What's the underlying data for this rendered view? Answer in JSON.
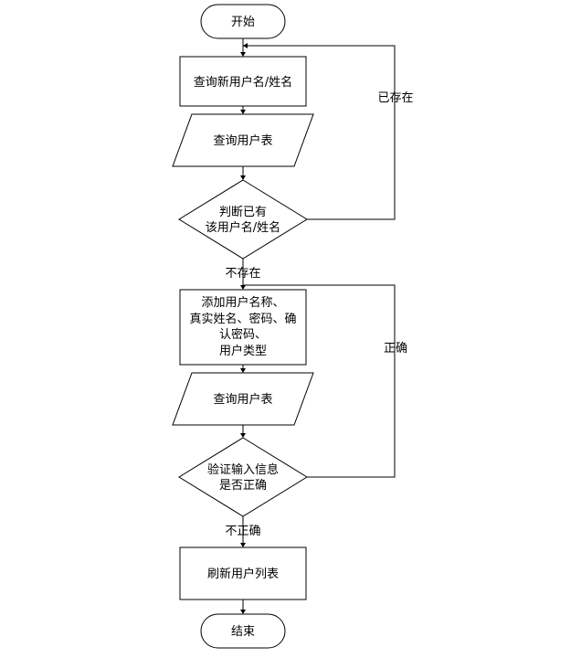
{
  "nodes": {
    "start": "开始",
    "query_new_name": "查询新用户名/姓名",
    "query_user_table_1": "查询用户表",
    "decision_exists": [
      "判断已有",
      "该用户名/姓名"
    ],
    "add_user_info": [
      "添加用户名称、",
      "真实姓名、密码、确",
      "认密码、",
      "用户类型"
    ],
    "query_user_table_2": "查询用户表",
    "decision_valid": [
      "验证输入信息",
      "是否正确"
    ],
    "refresh_list": "刷新用户列表",
    "end": "结束"
  },
  "edge_labels": {
    "exists": "已存在",
    "not_exists": "不存在",
    "correct": "正确",
    "not_correct": "不正确"
  }
}
